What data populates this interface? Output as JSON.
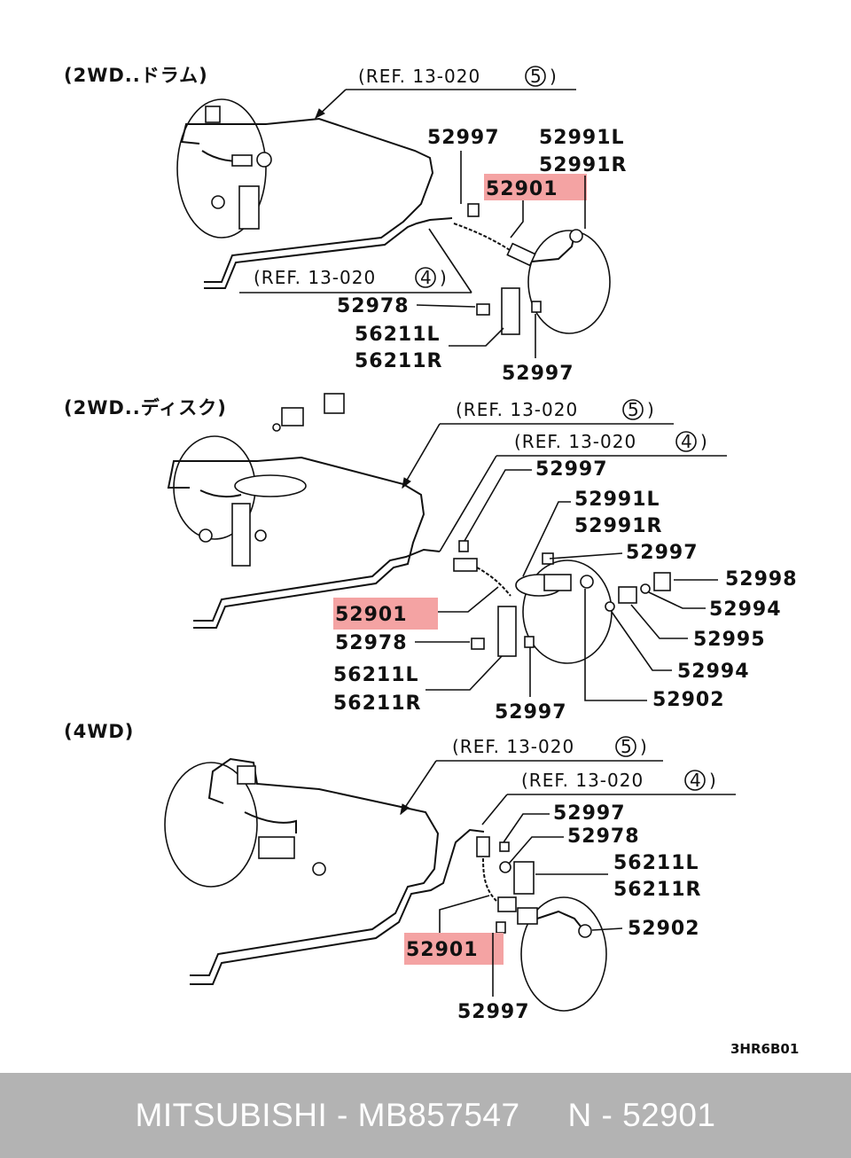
{
  "sections": {
    "drum": "(2WD..ドラム)",
    "disc": "(2WD..ディスク)",
    "fourwd": "(4WD)"
  },
  "refs": {
    "ref5": "(REF. 13-020",
    "ref5_circle": "5",
    "ref4": "(REF. 13-020",
    "ref4_circle": "4",
    "close": ")"
  },
  "labels": {
    "p52997": "52997",
    "p52991L": "52991L",
    "p52991R": "52991R",
    "p52901": "52901",
    "p52978": "52978",
    "p56211L": "56211L",
    "p56211R": "56211R",
    "p52998": "52998",
    "p52994": "52994",
    "p52995": "52995",
    "p52902": "52902"
  },
  "diagram_code": "3HR6B01",
  "footer": {
    "brand": "MITSUBISHI",
    "part_number": "MB857547",
    "ref_number": "N - 52901",
    "text": "MITSUBISHI - MB857547     N - 52901"
  },
  "colors": {
    "highlight": "#f4a3a3",
    "footer_bg": "#b3b3b3",
    "footer_text": "#ffffff"
  }
}
